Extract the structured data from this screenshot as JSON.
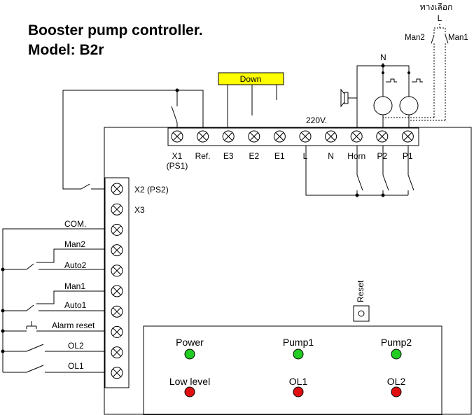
{
  "title": {
    "line1": "Booster pump controller.",
    "line2": "Model: B2r"
  },
  "down_label": "Down",
  "voltage_label": "220V.",
  "selector": {
    "title": "ทางเลือก",
    "l_label": "L",
    "man2": "Man2",
    "man1": "Man1"
  },
  "n_supply_label": "N",
  "top_terminals": [
    {
      "label": "X1"
    },
    {
      "label": "Ref."
    },
    {
      "label": "E3"
    },
    {
      "label": "E2"
    },
    {
      "label": "E1"
    },
    {
      "label": "L"
    },
    {
      "label": "N"
    },
    {
      "label": "Horn"
    },
    {
      "label": "P2"
    },
    {
      "label": "P1"
    }
  ],
  "x1_sub_label": "(PS1)",
  "left_terminals": [
    {
      "label": "X2 (PS2)"
    },
    {
      "label": "X3"
    },
    {
      "label": "COM."
    },
    {
      "label": "Man2"
    },
    {
      "label": "Auto2"
    },
    {
      "label": "Man1"
    },
    {
      "label": "Auto1"
    },
    {
      "label": "Alarm reset"
    },
    {
      "label": "OL2"
    },
    {
      "label": "OL1"
    }
  ],
  "reset_label": "Reset",
  "leds": [
    {
      "label": "Power",
      "color": "#22cc22"
    },
    {
      "label": "Pump1",
      "color": "#22cc22"
    },
    {
      "label": "Pump2",
      "color": "#22cc22"
    },
    {
      "label": "Low level",
      "color": "#e01010"
    },
    {
      "label": "OL1",
      "color": "#e01010"
    },
    {
      "label": "OL2",
      "color": "#e01010"
    }
  ],
  "colors": {
    "down_box_fill": "#ffff00",
    "led_green": "#22cc22",
    "led_red": "#e01010",
    "line": "#000000"
  },
  "icons": {
    "terminal": "terminal-screw-icon",
    "horn": "horn-icon",
    "pump_motor": "motor-icon",
    "led": "led-icon",
    "switch": "switch-icon"
  }
}
